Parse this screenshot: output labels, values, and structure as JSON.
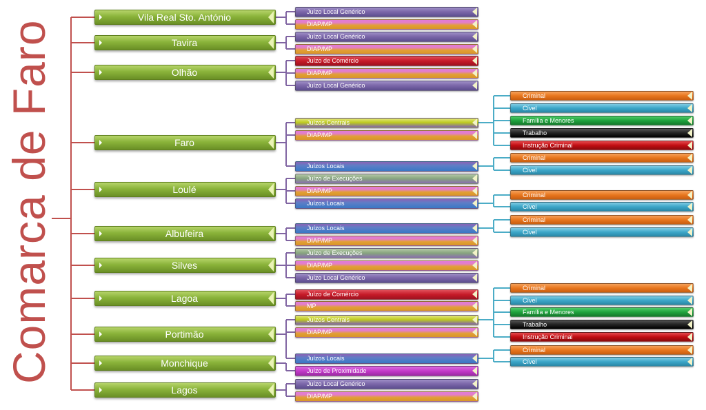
{
  "title": "Comarca de Faro",
  "colors": {
    "tree_line": "#c0504d",
    "branch_line": "#8064a2",
    "dept_line": "#4bacc6",
    "green": "#8ab33a",
    "purple": "#7d68aa",
    "orange_gold": "#e2a034",
    "red": "#c61a28",
    "lime": "#bdcb1f",
    "blue": "#3a78c5",
    "sage": "#86a37e",
    "magenta": "#c339c9",
    "criminal": "#e8761e",
    "civel": "#3ba6c8",
    "familia": "#1fa23d",
    "trabalho": "#222222",
    "instrucao": "#c10d12"
  },
  "cities": [
    {
      "label": "Vila Real Sto. António",
      "courts": [
        {
          "label": "Juízo Local Genérico",
          "style": "purple"
        },
        {
          "label": "DIAP/MP",
          "style": "gold"
        }
      ]
    },
    {
      "label": "Tavira",
      "courts": [
        {
          "label": "Juízo Local Genérico",
          "style": "purple"
        },
        {
          "label": "DIAP/MP",
          "style": "gold"
        }
      ]
    },
    {
      "label": "Olhão",
      "courts": [
        {
          "label": "Juízo de Comércio",
          "style": "red"
        },
        {
          "label": "DIAP/MP",
          "style": "gold"
        },
        {
          "label": "Juízo Local Genérico",
          "style": "purple"
        }
      ]
    },
    {
      "label": "Faro",
      "courts": [
        {
          "label": "Juízos Centrais",
          "style": "lime",
          "depts": [
            {
              "label": "Criminal",
              "style": "criminal"
            },
            {
              "label": "Cível",
              "style": "civel"
            },
            {
              "label": "Família e Menores",
              "style": "familia"
            },
            {
              "label": "Trabalho",
              "style": "trabalho"
            },
            {
              "label": "Instrução Criminal",
              "style": "instrucao"
            }
          ]
        },
        {
          "label": "DIAP/MP",
          "style": "gold"
        },
        {
          "label": "Juízos Locais",
          "style": "blue",
          "depts": [
            {
              "label": "Criminal",
              "style": "criminal"
            },
            {
              "label": "Cível",
              "style": "civel"
            }
          ]
        }
      ]
    },
    {
      "label": "Loulé",
      "courts": [
        {
          "label": "Juízo de Execuções",
          "style": "sage"
        },
        {
          "label": "DIAP/MP",
          "style": "gold"
        },
        {
          "label": "Juízos Locais",
          "style": "blue",
          "depts": [
            {
              "label": "Criminal",
              "style": "criminal"
            },
            {
              "label": "Cível",
              "style": "civel"
            }
          ]
        }
      ]
    },
    {
      "label": "Albufeira",
      "courts": [
        {
          "label": "Juízos Locais",
          "style": "blue",
          "depts": [
            {
              "label": "Criminal",
              "style": "criminal"
            },
            {
              "label": "Cível",
              "style": "civel"
            }
          ]
        },
        {
          "label": "DIAP/MP",
          "style": "gold"
        }
      ]
    },
    {
      "label": "Silves",
      "courts": [
        {
          "label": "Juízo de Execuções",
          "style": "sage"
        },
        {
          "label": "DIAP/MP",
          "style": "gold"
        },
        {
          "label": "Juízo Local Genérico",
          "style": "purple"
        }
      ]
    },
    {
      "label": "Lagoa",
      "courts": [
        {
          "label": "Juízo de Comércio",
          "style": "red"
        },
        {
          "label": "MP",
          "style": "gold"
        }
      ]
    },
    {
      "label": "Portimão",
      "courts": [
        {
          "label": "Juízos Centrais",
          "style": "lime",
          "depts": [
            {
              "label": "Criminal",
              "style": "criminal"
            },
            {
              "label": "Cível",
              "style": "civel"
            },
            {
              "label": "Família e Menores",
              "style": "familia"
            },
            {
              "label": "Trabalho",
              "style": "trabalho"
            },
            {
              "label": "Instrução Criminal",
              "style": "instrucao"
            }
          ]
        },
        {
          "label": "DIAP/MP",
          "style": "gold"
        },
        {
          "label": "Juízos Locais",
          "style": "blue",
          "depts": [
            {
              "label": "Criminal",
              "style": "criminal"
            },
            {
              "label": "Cível",
              "style": "civel"
            }
          ]
        }
      ]
    },
    {
      "label": "Monchique",
      "courts": [
        {
          "label": "Juízo de Proximidade",
          "style": "magenta"
        }
      ]
    },
    {
      "label": "Lagos",
      "courts": [
        {
          "label": "Juízo Local Genérico",
          "style": "purple"
        },
        {
          "label": "DIAP/MP",
          "style": "gold"
        }
      ]
    }
  ]
}
